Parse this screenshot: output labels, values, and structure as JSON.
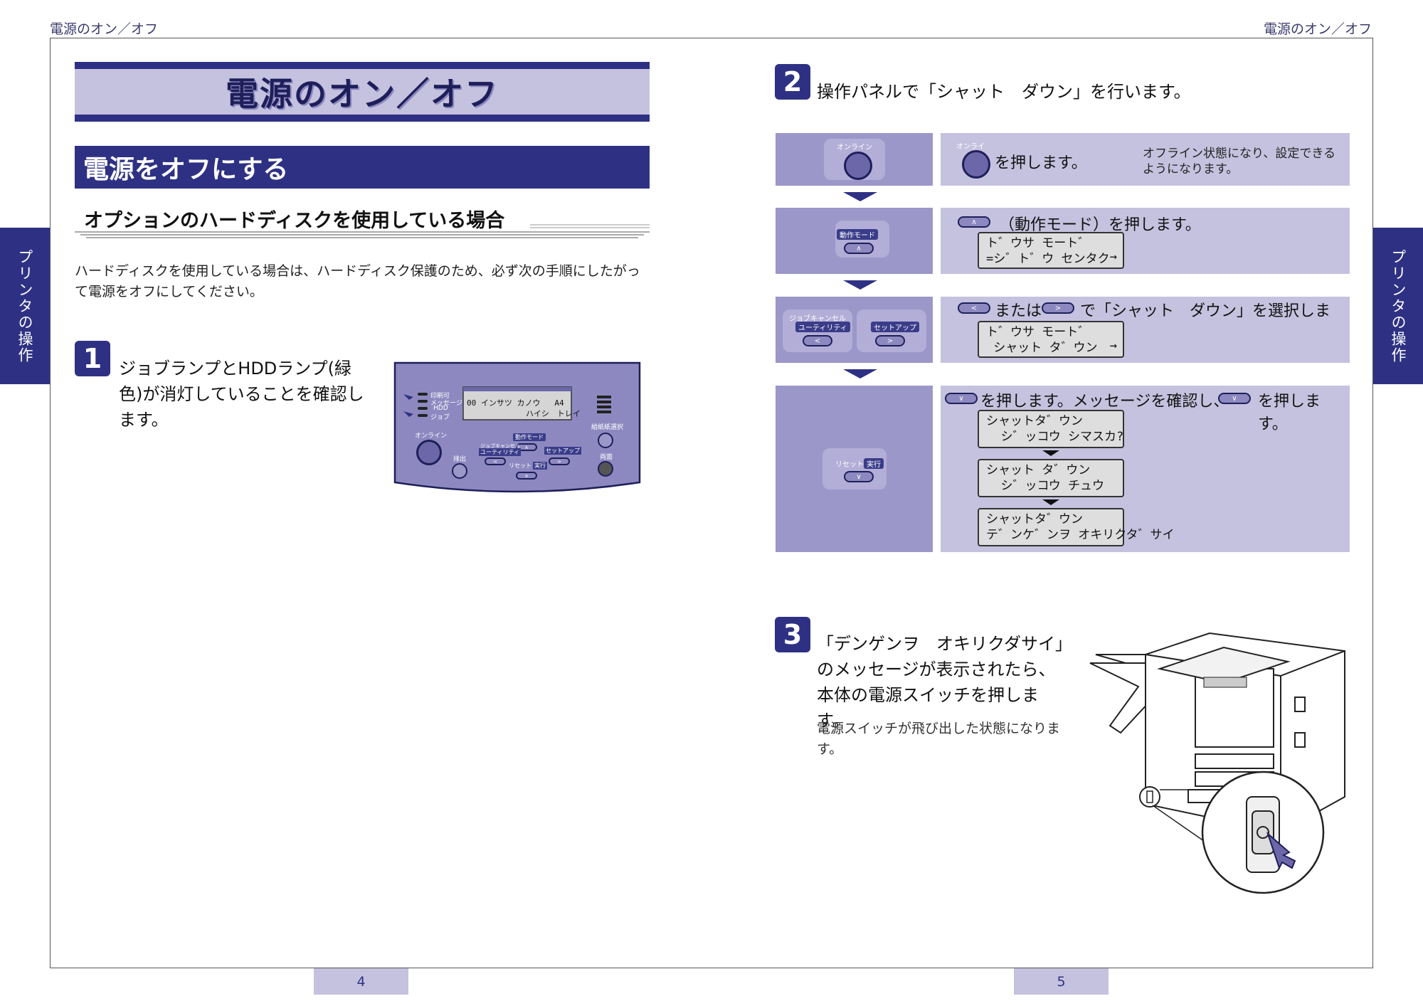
{
  "running_head": {
    "left": "電源のオン／オフ",
    "right": "電源のオン／オフ"
  },
  "side_tab": {
    "left": "プリンタの操作",
    "right": "プリンタの操作"
  },
  "page_numbers": {
    "left": "4",
    "right": "5"
  },
  "left_page": {
    "title": "電源のオン／オフ",
    "section": "電源をオフにする",
    "subsection": "オプションのハードディスクを使用している場合",
    "intro": "ハードディスクを使用している場合は、ハードディスク保護のため、必ず次の手順にしたがって電源をオフにしてください。",
    "step1": {
      "number": "1",
      "text": "ジョブランプとHDDランプ(緑色)が消灯していることを確認します。"
    },
    "panel": {
      "lamps": [
        "印刷可",
        "メッセージ",
        "HDD",
        "ジョブ"
      ],
      "lcd_line1": "00 インサツ カノウ   A4",
      "lcd_line2": "ハイシ　トレイ",
      "online": "オンライン",
      "feed": "給紙紙選択",
      "eject": "排出",
      "duplex": "両面",
      "mode": "動作モード",
      "utility": "ユーティリティ",
      "job_cancel": "ジョブキャンセル",
      "setup": "セットアップ",
      "reset": "リセット",
      "execute": "実行"
    }
  },
  "right_page": {
    "step2": {
      "number": "2",
      "heading": "操作パネルで「シャット　ダウン」を行います。",
      "row1": {
        "key_label": "オンライン",
        "inline_key_label": "オンライン",
        "instruction": "を押します。",
        "note": "オフライン状態になり、設定できるようになります。"
      },
      "row2": {
        "key_label": "動作モード",
        "arrow": "∧",
        "instruction": "（動作モード）を押します。",
        "lcd1": "ト゛ウサ モート゛",
        "lcd2": "=シ゛ト゛ウ センタク",
        "lcd_arrow": "→"
      },
      "row3": {
        "key_label_top": "ジョブキャンセル",
        "key_label_left": "ユーティリティ",
        "key_label_right": "セットアップ",
        "left_arrow": "<",
        "right_arrow": ">",
        "instruction_a": "または",
        "instruction_b": "で「シャット　ダウン」を選択します。",
        "lcd1": "ト゛ウサ モート゛",
        "lcd2": " シャット タ゛ウン",
        "lcd_arrow": "→"
      },
      "row4": {
        "key_label_reset": "リセット",
        "key_label_exec": "実行",
        "down_arrow": "∨",
        "instruction_a": "を押します。メッセージを確認し、",
        "instruction_b": "を押します。",
        "lcd_a1": "シャットタ゛ウン",
        "lcd_a2": "  シ゛ッコウ シマスカ?",
        "lcd_b1": "シャット タ゛ウン",
        "lcd_b2": "  シ゛ッコウ チュウ",
        "lcd_c1": "シャットタ゛ウン",
        "lcd_c2": "テ゛ンケ゛ンヲ オキリクタ゛サイ"
      }
    },
    "step3": {
      "number": "3",
      "text": "「デンゲンヲ　オキリクダサイ」のメッセージが表示されたら、本体の電源スイッチを押します。",
      "note": "電源スイッチが飛び出した状態になります。"
    }
  }
}
